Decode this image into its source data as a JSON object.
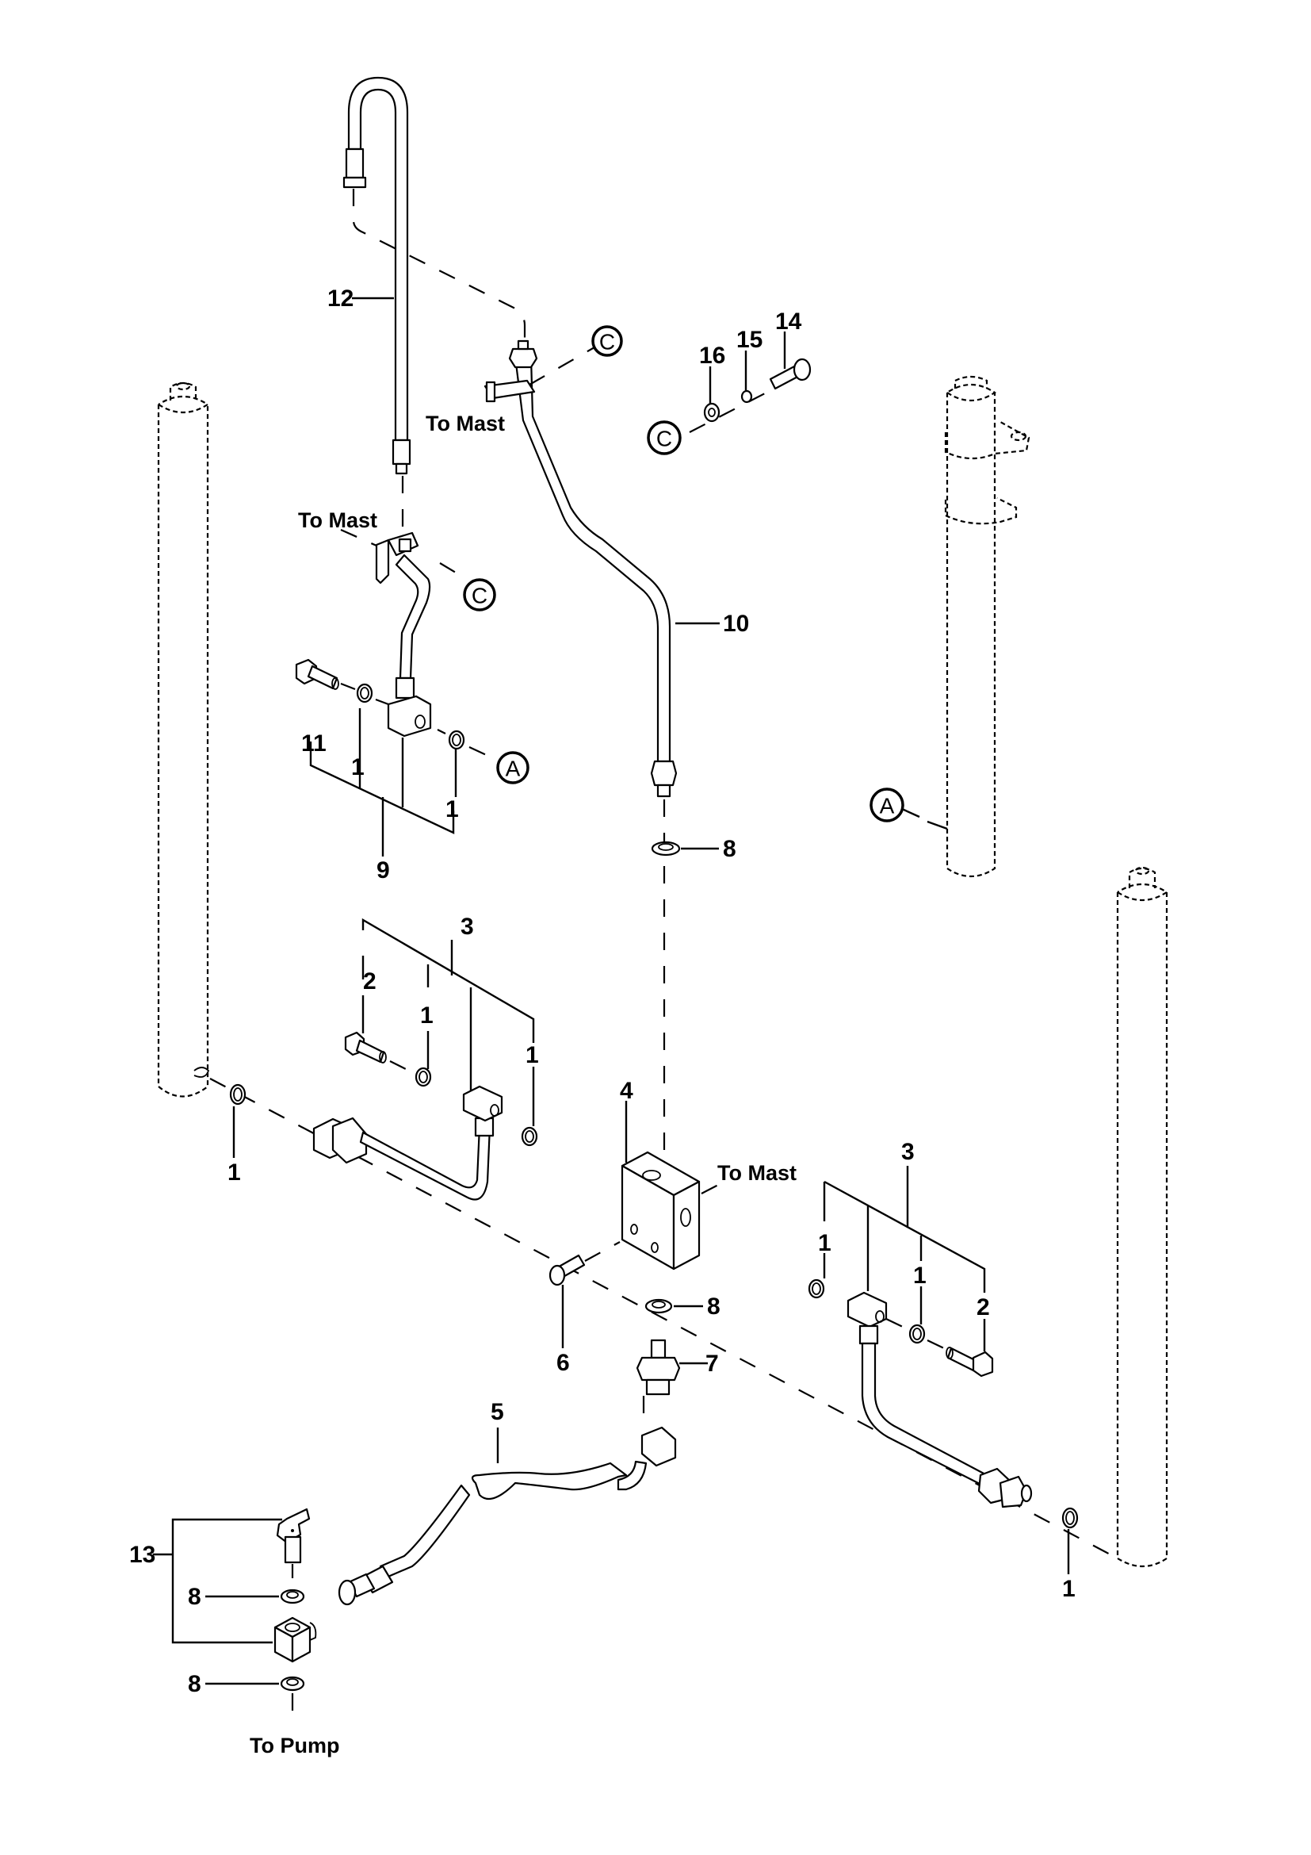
{
  "diagram": {
    "type": "exploded-parts-illustration",
    "subject": "Mast lift cylinder hydraulic plumbing",
    "callouts": {
      "c1_left_cyl": "1",
      "c1_asm9_left": "1",
      "c1_asm9_right": "1",
      "c1_asm3L_mid": "1",
      "c1_asm3L_right": "1",
      "c1_asm3R_left": "1",
      "c1_asm3R_mid": "1",
      "c1_right_cyl": "1",
      "c2_left": "2",
      "c2_right": "2",
      "c3_left": "3",
      "c3_right": "3",
      "c4": "4",
      "c5": "5",
      "c6": "6",
      "c7": "7",
      "c8_top": "8",
      "c8_block": "8",
      "c8_upper_13": "8",
      "c8_lower_13": "8",
      "c9": "9",
      "c10": "10",
      "c11": "11",
      "c12": "12",
      "c13": "13",
      "c14": "14",
      "c15": "15",
      "c16": "16"
    },
    "references": {
      "c_top": "C",
      "c_mid": "C",
      "c_washers": "C",
      "a_left": "A",
      "a_right": "A"
    },
    "labels": {
      "to_mast_top": "To Mast",
      "to_mast_mid": "To Mast",
      "to_mast_block": "To Mast",
      "to_pump": "To Pump"
    }
  }
}
